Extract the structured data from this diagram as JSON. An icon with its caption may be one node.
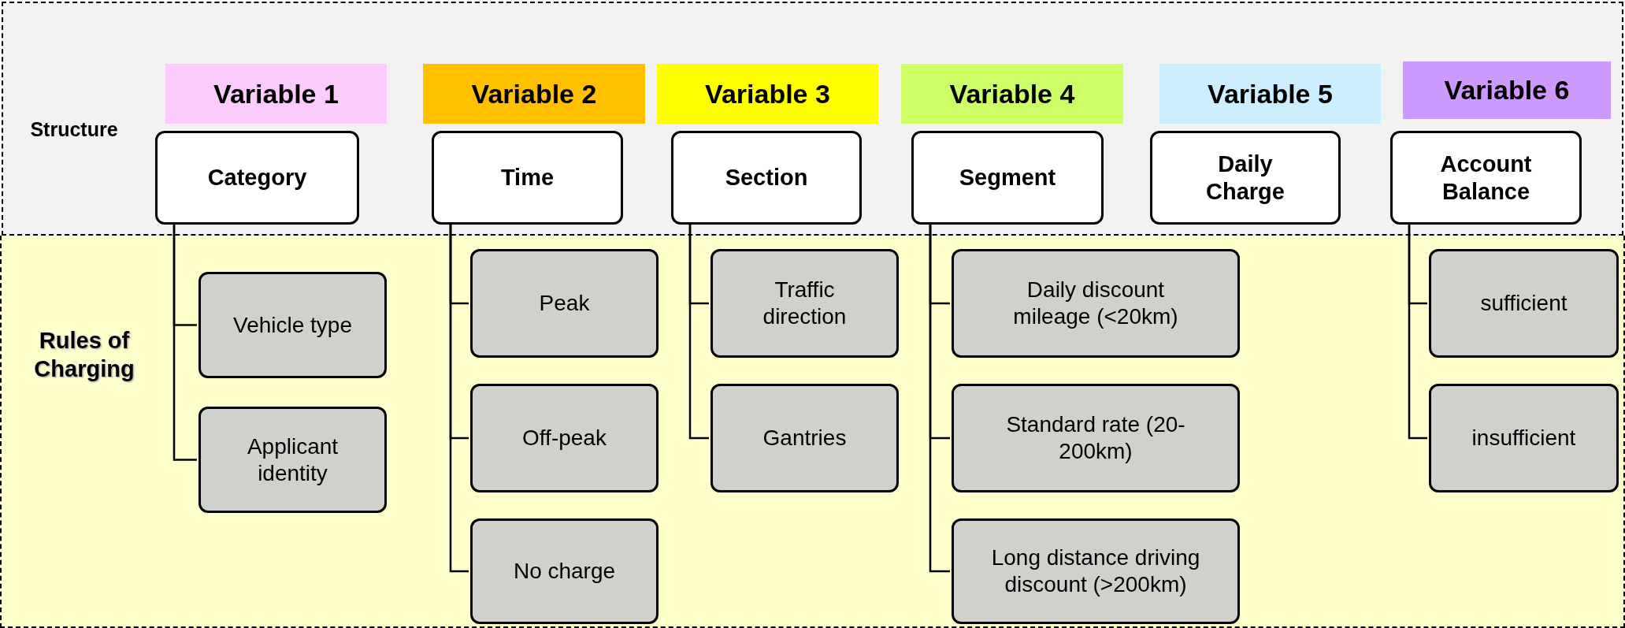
{
  "diagram": {
    "nodes": [
      {
        "text": [
          "Structure"
        ]
      },
      {
        "text": [
          "Variable 1"
        ],
        "in": 0
      },
      {
        "text": [
          "Variable 2"
        ],
        "in": 0
      },
      {
        "text": [
          "Variable 3"
        ],
        "in": 0
      },
      {
        "text": [
          "Variable 4"
        ],
        "in": 0
      },
      {
        "text": [
          "Variable 5"
        ],
        "in": 0
      },
      {
        "text": [
          "Variable 6"
        ],
        "in": 0
      },
      {
        "text": [
          "Category"
        ],
        "in": 0
      },
      {
        "text": [
          "Time"
        ],
        "in": 0
      },
      {
        "text": [
          "Section"
        ],
        "in": 0
      },
      {
        "text": [
          "Segment"
        ],
        "in": 0
      },
      {
        "text": [
          "Daily Charge"
        ],
        "in": 0
      },
      {
        "text": [
          "Account Balance"
        ],
        "in": 0
      },
      {
        "text": [
          "Rules of Charging"
        ]
      },
      {
        "text": [
          "Vehicle type"
        ],
        "in": 13
      },
      {
        "text": [
          "Applicant identity"
        ],
        "in": 13
      },
      {
        "text": [
          "Peak"
        ],
        "in": 13
      },
      {
        "text": [
          "Off-peak"
        ],
        "in": 13
      },
      {
        "text": [
          "No charge"
        ],
        "in": 13
      },
      {
        "text": [
          "Traffic direction"
        ],
        "in": 13
      },
      {
        "text": [
          "Gantries"
        ],
        "in": 13
      },
      {
        "text": [
          "Daily discount mileage (<20km)"
        ],
        "in": 13
      },
      {
        "text": [
          "Standard rate (20-200km)"
        ],
        "in": 13
      },
      {
        "text": [
          "Long distance driving discount (>200km)"
        ],
        "in": 13
      },
      {
        "text": [
          "sufficient"
        ],
        "in": 13
      },
      {
        "text": [
          "insufficient"
        ],
        "in": 13
      }
    ],
    "edges": [
      {
        "from": 7,
        "to": 14,
        "arrow": "none"
      },
      {
        "from": 7,
        "to": 15,
        "arrow": "none"
      },
      {
        "from": 8,
        "to": 16,
        "arrow": "none"
      },
      {
        "from": 8,
        "to": 17,
        "arrow": "none"
      },
      {
        "from": 8,
        "to": 18,
        "arrow": "none"
      },
      {
        "from": 9,
        "to": 19,
        "arrow": "none"
      },
      {
        "from": 9,
        "to": 20,
        "arrow": "none"
      },
      {
        "from": 10,
        "to": 21,
        "arrow": "none"
      },
      {
        "from": 10,
        "to": 22,
        "arrow": "none"
      },
      {
        "from": 10,
        "to": 23,
        "arrow": "none"
      },
      {
        "from": 12,
        "to": 24,
        "arrow": "none"
      },
      {
        "from": 12,
        "to": 25,
        "arrow": "none"
      }
    ]
  }
}
